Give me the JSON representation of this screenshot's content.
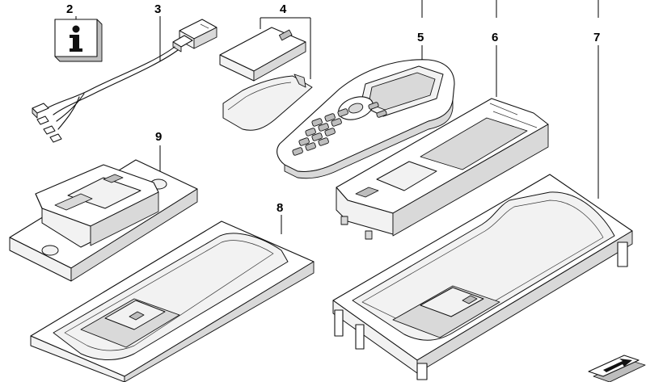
{
  "diagram": {
    "labels": {
      "l2": "2",
      "l3": "3",
      "l4": "4",
      "l5": "5",
      "l6": "6",
      "l7": "7",
      "l8": "8",
      "l9": "9"
    },
    "colors": {
      "line": "#111111",
      "fill_light": "#f2f2f2",
      "fill_mid": "#d9d9d9",
      "fill_dark": "#bdbdbd",
      "background": "#ffffff"
    },
    "icons": {
      "info": "info-icon",
      "nav": "arrow-icon"
    }
  }
}
